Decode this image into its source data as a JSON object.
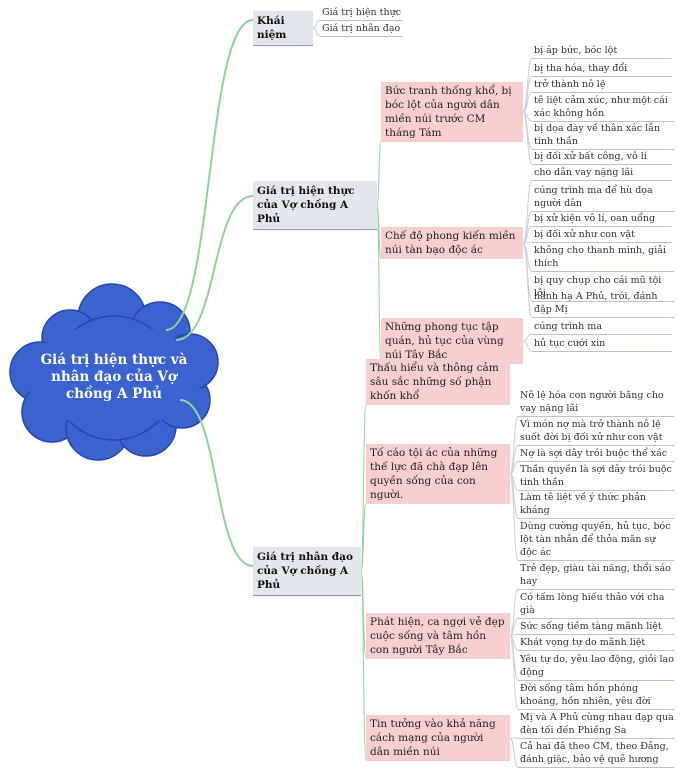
{
  "central": {
    "title": "Giá trị hiện thực và nhân đạo của Vợ chồng A Phủ"
  },
  "khai_niem": {
    "label": "Khái niệm",
    "leaves": [
      "Giá trị hiện thực",
      "Giá trị nhân đạo"
    ]
  },
  "hien_thuc": {
    "label": "Giá trị hiện thực của Vợ chồng A Phủ",
    "topics": [
      {
        "label": "Bức tranh thống khổ, bị bóc lột của người dân miền núi trước CM tháng Tám",
        "leaves": [
          "bị áp bức, bóc lột",
          "bị tha hóa, thay đổi",
          "trở thành nô lệ",
          "tê liệt cảm xúc, như một cái xác không hồn",
          "bị dọa đày về thân xác lẫn tinh thần",
          "bị đối xử bất công, vô lí"
        ]
      },
      {
        "label": "Chế độ phong kiến miền núi tàn bạo độc ác",
        "leaves": [
          "cho dân vay nặng lãi",
          "cúng trình ma để hù dọa người dân",
          "bị xử kiện vô lí, oan uổng",
          "bị đối xử như con vật",
          "không cho thanh minh, giải thích",
          "bị quy chụp cho cái mũ tội lỗi",
          "hành hạ A Phủ, trói, đánh đập Mị"
        ]
      },
      {
        "label": "Những phong tục tập quán, hủ tục của vùng núi Tây Bắc",
        "leaves": [
          "cúng trình ma",
          "hủ tục cưới xin"
        ]
      }
    ]
  },
  "nhan_dao": {
    "label": "Giá trị nhân đạo của Vợ chồng A Phủ",
    "topics": [
      {
        "label": "Thấu hiểu và thông cảm sâu sắc những số phận khốn khổ",
        "leaves": []
      },
      {
        "label": "Tố cáo tội ác của những thế lực đã chà đạp lên quyền sống của con người.",
        "leaves": [
          "Nô lệ hóa con người bằng cho vay nặng lãi",
          "Vì món nợ mà trở thành nô lệ suốt đời bị đối xử như con vật",
          "Nợ là sợi dây trói buộc thể xác",
          "Thần quyền là sợi dây trói buộc tinh thần",
          "Làm tê liệt về ý thức phản kháng",
          "Dùng cường quyền, hủ tục, bóc lột tàn nhẫn để thỏa mãn sự độc ác"
        ]
      },
      {
        "label": "Phát hiện, ca ngợi vẻ đẹp cuộc sống và tâm hồn con người Tây Bắc",
        "leaves": [
          "Trẻ đẹp, giàu tài năng, thổi sáo hay",
          "Có tấm lòng hiếu thảo với cha già",
          "Sức sống tiềm tàng mãnh liệt",
          "Khát vọng tự do mãnh liệt",
          "Yêu tự do, yêu lao động, giỏi lao động",
          "Đời sống tâm hồn phóng khoáng, hồn nhiên, yêu đời"
        ]
      },
      {
        "label": "Tin tưởng vào khả năng cách mạng của người dân miền núi",
        "leaves": [
          "Mị và A Phủ cùng nhau đạp qua đèn tối đến Phiềng Sa",
          "Cả hai đã theo CM, theo Đảng, đánh giặc, bảo vệ quê hương"
        ]
      }
    ]
  },
  "colors": {
    "cloud": "#3a63cf",
    "cloud_stroke": "#2747a6",
    "branch_line": "#8fd49a",
    "leaf_line": "#c9cfdb"
  }
}
